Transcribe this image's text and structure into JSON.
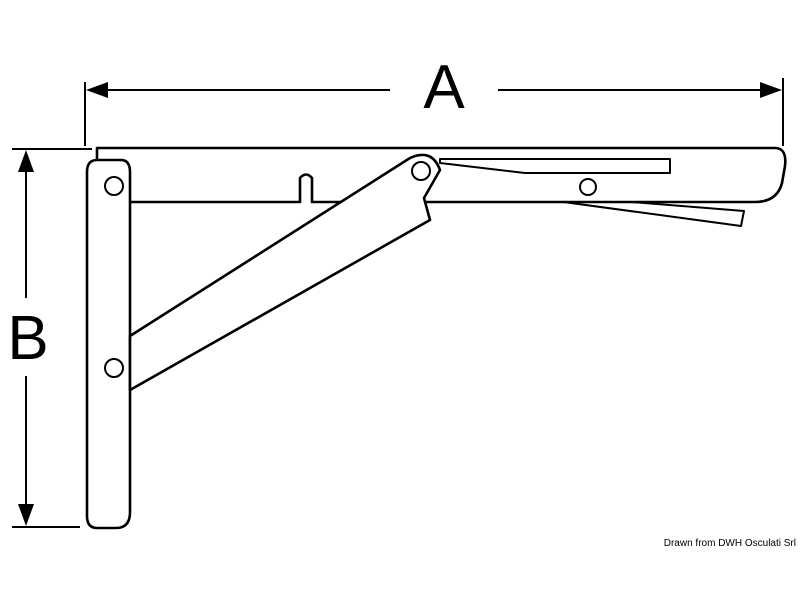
{
  "dimensions": {
    "width_label": "A",
    "height_label": "B"
  },
  "credit": "Drawn from DWH Osculati Srl",
  "colors": {
    "stroke": "#000000",
    "fill": "#ffffff"
  }
}
